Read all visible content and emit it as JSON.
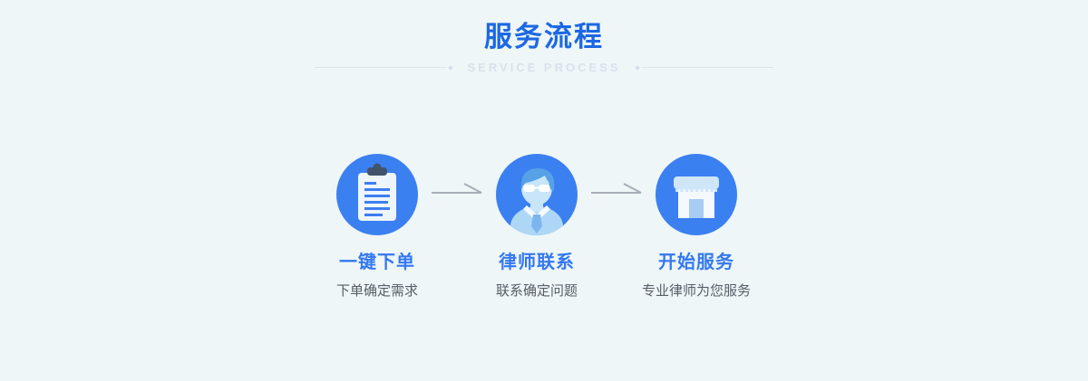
{
  "header": {
    "title": "服务流程",
    "subtitle": "SERVICE  PROCESS"
  },
  "steps": [
    {
      "icon": "clipboard-icon",
      "title": "一键下单",
      "subtitle": "下单确定需求"
    },
    {
      "icon": "lawyer-avatar-icon",
      "title": "律师联系",
      "subtitle": "联系确定问题"
    },
    {
      "icon": "storefront-icon",
      "title": "开始服务",
      "subtitle": "专业律师为您服务"
    }
  ],
  "colors": {
    "background": "#eef6f7",
    "title_blue": "#1c68e3",
    "subtitle_gray": "#d9e2ec",
    "circle_blue": "#3b80f1",
    "step_title_blue": "#3478f0",
    "step_subtitle_gray": "#565e68",
    "arrow_gray": "#a8aeb5",
    "icon_light": "#f3f9fd",
    "icon_midblue": "#a8ccf4",
    "clip_dark": "#42536b"
  }
}
